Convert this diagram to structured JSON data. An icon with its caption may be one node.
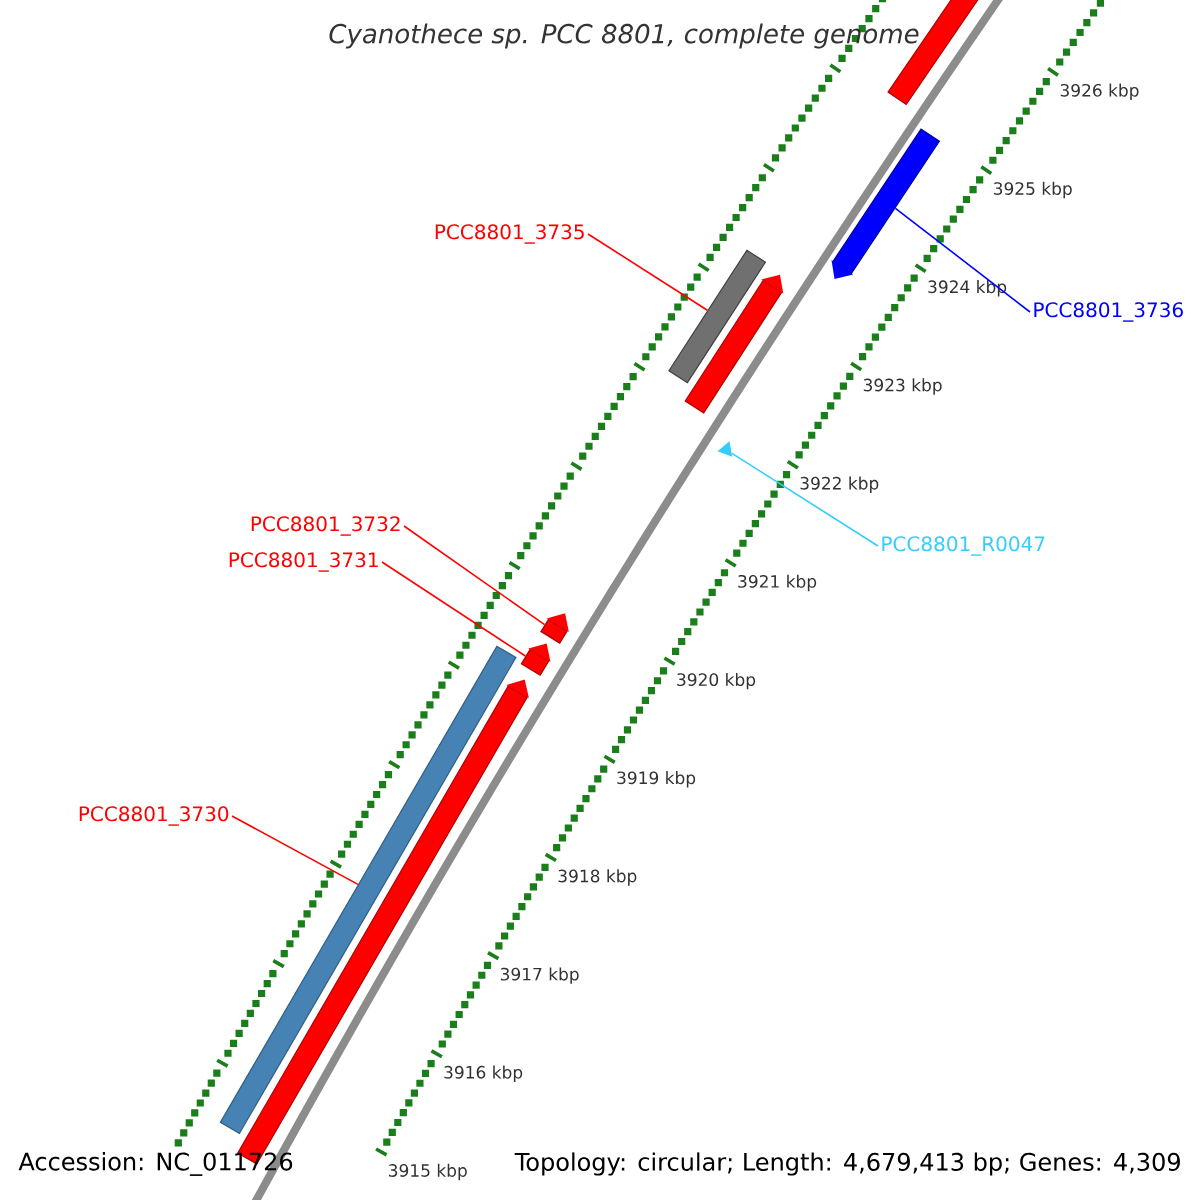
{
  "diagram": {
    "title": "Cyanothece sp. PCC 8801, complete genome",
    "nodes": [
      {
        "text": [],
        "shape": "bar"
      },
      {
        "text": [],
        "shape": "bar"
      },
      {
        "text": [],
        "shape": "bar"
      },
      {
        "text": [],
        "shape": "bar"
      },
      {
        "text": [],
        "shape": "triangle"
      },
      {
        "text": [],
        "shape": "bar"
      },
      {
        "text": [],
        "shape": "bar"
      },
      {
        "text": [],
        "shape": "bar"
      },
      {
        "text": [],
        "shape": "bar"
      },
      {
        "text": [
          "PCC8801_3735"
        ]
      },
      {
        "text": [
          "PCC8801_3736"
        ]
      },
      {
        "text": [
          "PCC8801_R0047"
        ]
      },
      {
        "text": [
          "PCC8801_3732"
        ]
      },
      {
        "text": [
          "PCC8801_3731"
        ]
      },
      {
        "text": [
          "PCC8801_3730"
        ]
      }
    ],
    "edges": [
      {
        "from": 9,
        "to": 2,
        "arrow": "none"
      },
      {
        "from": 10,
        "to": 1,
        "arrow": "none",
        "color": "#0000ff"
      },
      {
        "from": 11,
        "to": 4,
        "arrow": "none",
        "color": "#33ccff"
      },
      {
        "from": 12,
        "to": 5,
        "arrow": "none"
      },
      {
        "from": 13,
        "to": 6,
        "arrow": "none"
      },
      {
        "from": 14,
        "to": 7,
        "arrow": "none"
      }
    ],
    "labels": [
      "3926 kbp",
      "3925 kbp",
      "3924 kbp",
      "3923 kbp",
      "3922 kbp",
      "3921 kbp",
      "3920 kbp",
      "3919 kbp",
      "3918 kbp",
      "3917 kbp",
      "3916 kbp",
      "3915 kbp",
      "Accession: NC_011726",
      "Topology: circular; Length: 4,679,413 bp; Genes: 4,309"
    ]
  }
}
